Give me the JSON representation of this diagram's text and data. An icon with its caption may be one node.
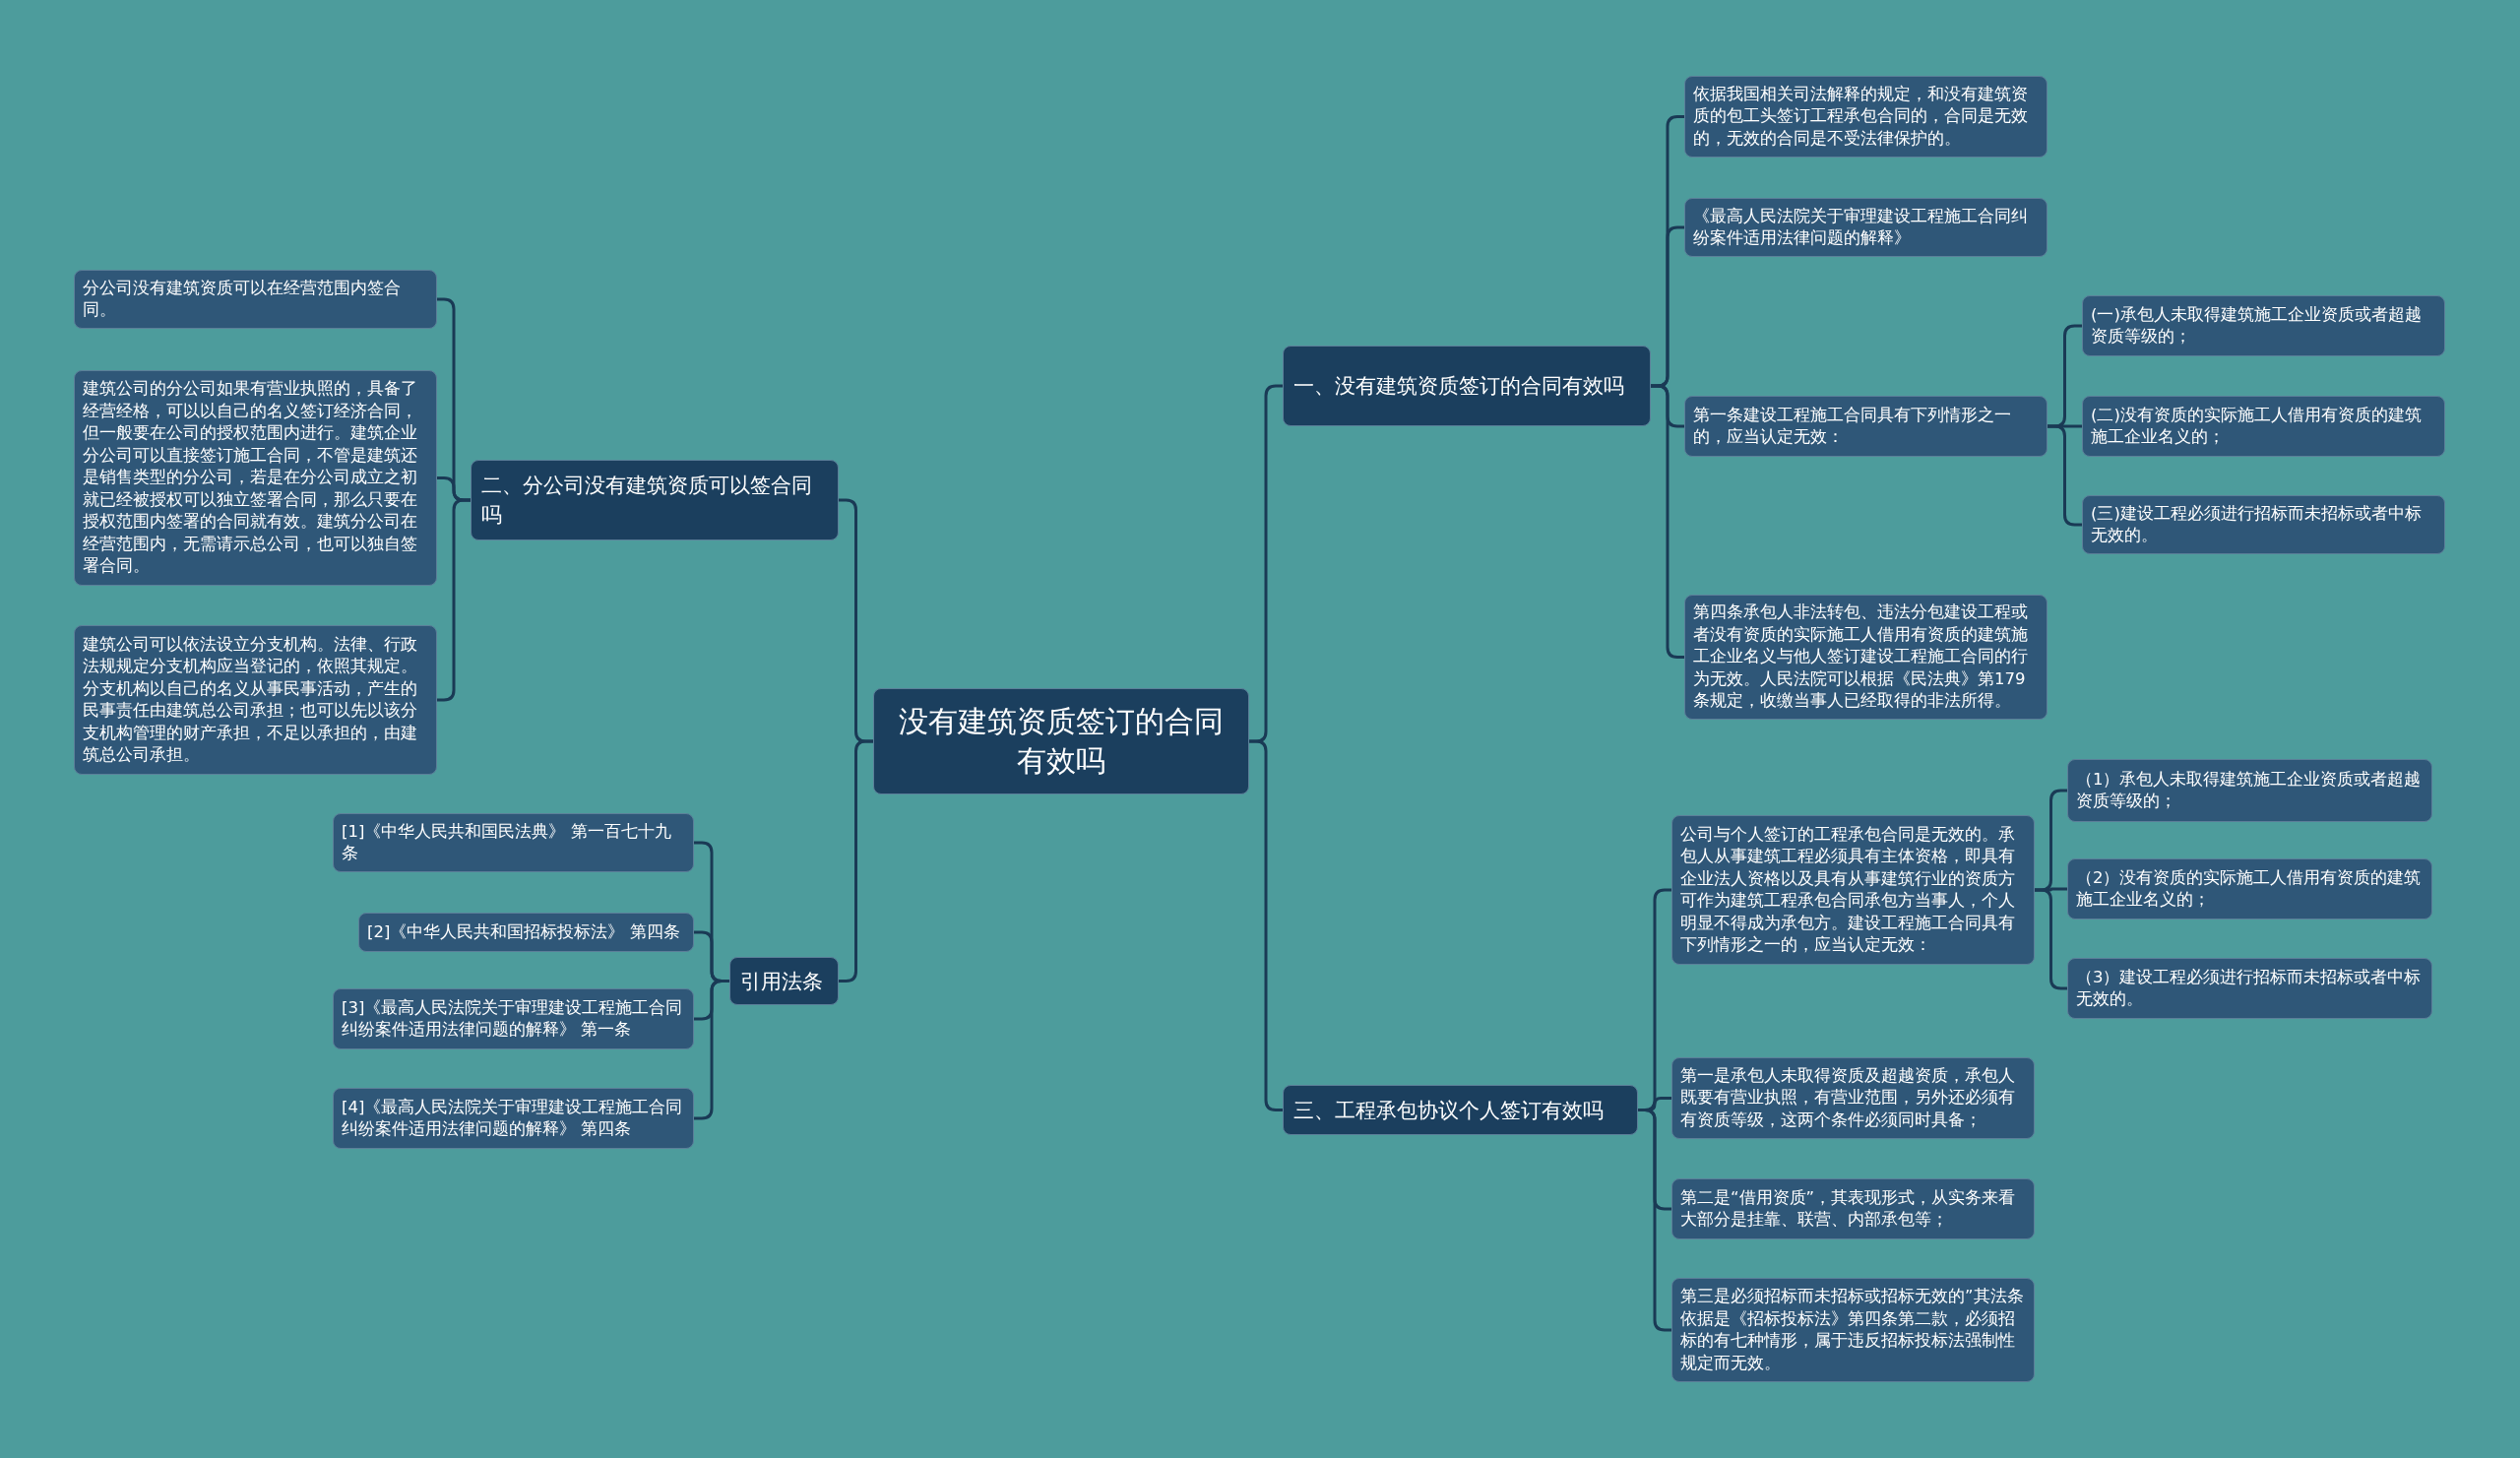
{
  "diagram": {
    "nodes": [
      {
        "text": [
          "没有建筑资质签订的合同有效吗"
        ]
      },
      {
        "text": [
          "一、没有建筑资质签订的合同有效吗"
        ]
      },
      {
        "text": [
          "依据我国相关司法解释的规定，和没有建筑资质的包工头签订工程承包合同的，合同是无效的，无效的合同是不受法律保护的。"
        ]
      },
      {
        "text": [
          "《最高人民法院关于审理建设工程施工合同纠纷案件适用法律问题的解释》"
        ]
      },
      {
        "text": [
          "第一条建设工程施工合同具有下列情形之一的，应当认定无效："
        ]
      },
      {
        "text": [
          "(一)承包人未取得建筑施工企业资质或者超越资质等级的；"
        ]
      },
      {
        "text": [
          "(二)没有资质的实际施工人借用有资质的建筑施工企业名义的；"
        ]
      },
      {
        "text": [
          "(三)建设工程必须进行招标而未招标或者中标无效的。"
        ]
      },
      {
        "text": [
          "第四条承包人非法转包、违法分包建设工程或者没有资质的实际施工人借用有资质的建筑施工企业名义与他人签订建设工程施工合同的行为无效。人民法院可以根据《民法典》第179条规定，收缴当事人已经取得的非法所得。"
        ]
      },
      {
        "text": [
          "三、工程承包协议个人签订有效吗"
        ]
      },
      {
        "text": [
          "公司与个人签订的工程承包合同是无效的。承包人从事建筑工程必须具有主体资格，即具有企业法人资格以及具有从事建筑行业的资质方可作为建筑工程承包合同承包方当事人，个人明显不得成为承包方。建设工程施工合同具有下列情形之一的，应当认定无效："
        ]
      },
      {
        "text": [
          "（1）承包人未取得建筑施工企业资质或者超越资质等级的；"
        ]
      },
      {
        "text": [
          "（2）没有资质的实际施工人借用有资质的建筑施工企业名义的；"
        ]
      },
      {
        "text": [
          "（3）建设工程必须进行招标而未招标或者中标无效的。"
        ]
      },
      {
        "text": [
          "第一是承包人未取得资质及超越资质，承包人既要有营业执照，有营业范围，另外还必须有有资质等级，这两个条件必须同时具备；"
        ]
      },
      {
        "text": [
          "第二是“借用资质”，其表现形式，从实务来看大部分是挂靠、联营、内部承包等；"
        ]
      },
      {
        "text": [
          "第三是必须招标而未招标或招标无效的”其法条依据是《招标投标法》第四条第二款，必须招标的有七种情形，属于违反招标投标法强制性规定而无效。"
        ]
      },
      {
        "text": [
          "二、分公司没有建筑资质可以签合同吗"
        ]
      },
      {
        "text": [
          "分公司没有建筑资质可以在经营范围内签合同。"
        ]
      },
      {
        "text": [
          "建筑公司的分公司如果有营业执照的，具备了经营经格，可以以自己的名义签订经济合同，但一般要在公司的授权范围内进行。建筑企业分公司可以直接签订施工合同，不管是建筑还是销售类型的分公司，若是在分公司成立之初就已经被授权可以独立签署合同，那么只要在授权范围内签署的合同就有效。建筑分公司在经营范围内，无需请示总公司，也可以独自签署合同。"
        ]
      },
      {
        "text": [
          "建筑公司可以依法设立分支机构。法律、行政法规规定分支机构应当登记的，依照其规定。分支机构以自己的名义从事民事活动，产生的民事责任由建筑总公司承担；也可以先以该分支机构管理的财产承担，不足以承担的，由建筑总公司承担。"
        ]
      },
      {
        "text": [
          "引用法条"
        ]
      },
      {
        "text": [
          "[1]《中华人民共和国民法典》 第一百七十九条"
        ]
      },
      {
        "text": [
          "[2]《中华人民共和国招标投标法》 第四条"
        ]
      },
      {
        "text": [
          "[3]《最高人民法院关于审理建设工程施工合同纠纷案件适用法律问题的解释》 第一条"
        ]
      },
      {
        "text": [
          "[4]《最高人民法院关于审理建设工程施工合同纠纷案件适用法律问题的解释》 第四条"
        ]
      }
    ],
    "edges": [
      {
        "from": 0,
        "to": 1,
        "arrow": "none"
      },
      {
        "from": 1,
        "to": 2,
        "arrow": "none"
      },
      {
        "from": 1,
        "to": 3,
        "arrow": "none"
      },
      {
        "from": 1,
        "to": 4,
        "arrow": "none"
      },
      {
        "from": 4,
        "to": 5,
        "arrow": "none"
      },
      {
        "from": 4,
        "to": 6,
        "arrow": "none"
      },
      {
        "from": 4,
        "to": 7,
        "arrow": "none"
      },
      {
        "from": 1,
        "to": 8,
        "arrow": "none"
      },
      {
        "from": 0,
        "to": 9,
        "arrow": "none"
      },
      {
        "from": 9,
        "to": 10,
        "arrow": "none"
      },
      {
        "from": 10,
        "to": 11,
        "arrow": "none"
      },
      {
        "from": 10,
        "to": 12,
        "arrow": "none"
      },
      {
        "from": 10,
        "to": 13,
        "arrow": "none"
      },
      {
        "from": 9,
        "to": 14,
        "arrow": "none"
      },
      {
        "from": 9,
        "to": 15,
        "arrow": "none"
      },
      {
        "from": 9,
        "to": 16,
        "arrow": "none"
      },
      {
        "from": 0,
        "to": 17,
        "arrow": "none"
      },
      {
        "from": 17,
        "to": 18,
        "arrow": "none"
      },
      {
        "from": 17,
        "to": 19,
        "arrow": "none"
      },
      {
        "from": 17,
        "to": 20,
        "arrow": "none"
      },
      {
        "from": 0,
        "to": 21,
        "arrow": "none"
      },
      {
        "from": 21,
        "to": 22,
        "arrow": "none"
      },
      {
        "from": 21,
        "to": 23,
        "arrow": "none"
      },
      {
        "from": 21,
        "to": 24,
        "arrow": "none"
      },
      {
        "from": 21,
        "to": 25,
        "arrow": "none"
      }
    ]
  }
}
